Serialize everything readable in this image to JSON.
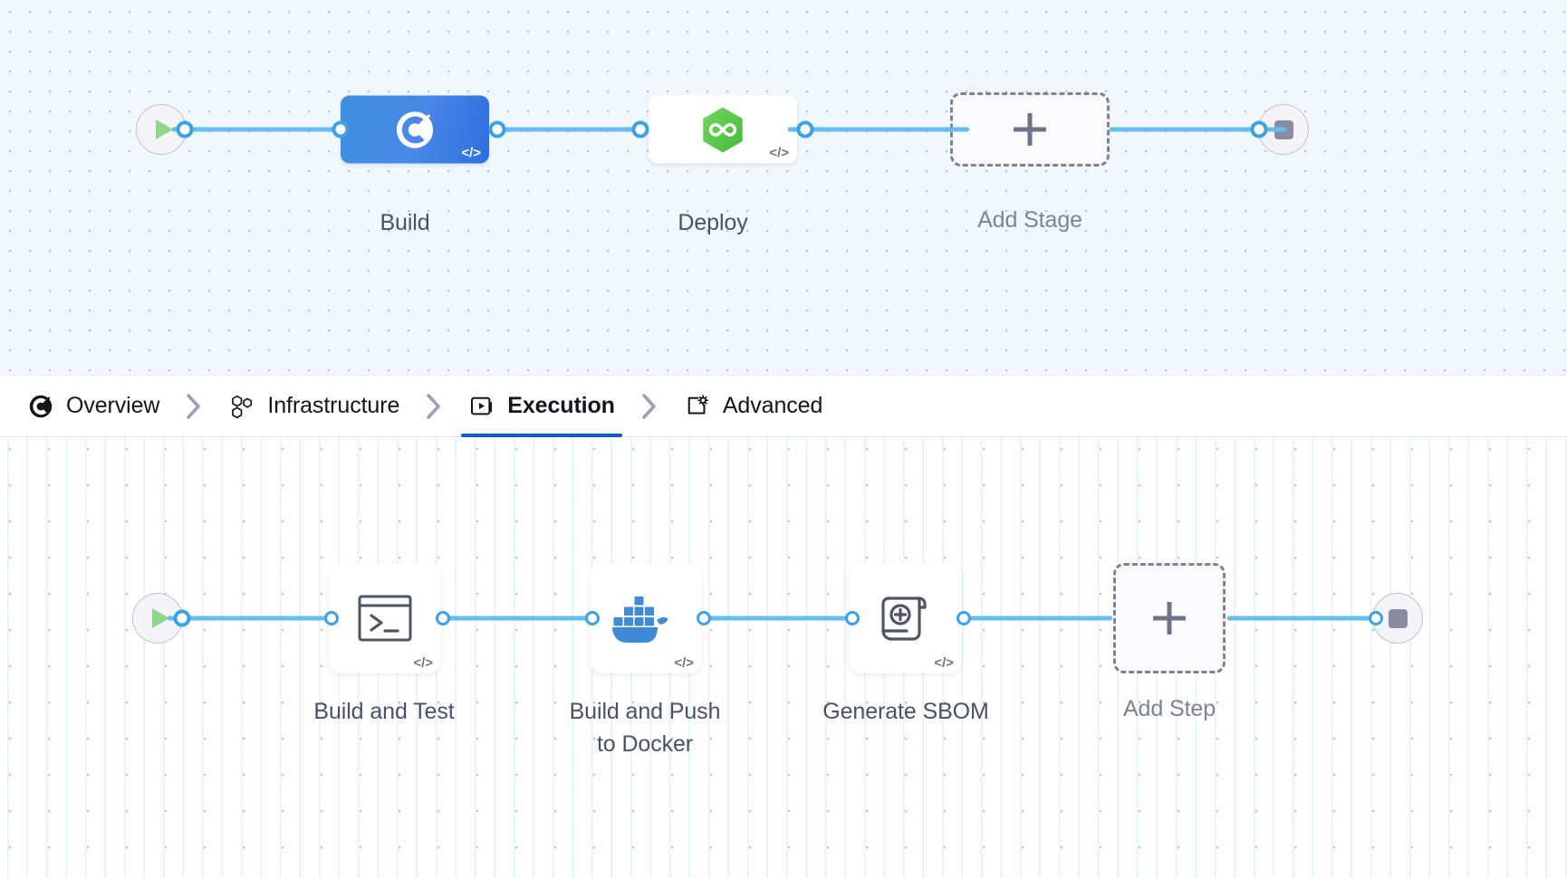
{
  "stage_graph": {
    "start_node": {
      "icon": "play-icon",
      "label": ""
    },
    "end_node": {
      "icon": "stop-icon",
      "label": ""
    },
    "nodes": [
      {
        "id": "build",
        "label": "Build",
        "icon": "ci-build-icon",
        "badge": "</>",
        "type": "stage",
        "selected": true
      },
      {
        "id": "deploy",
        "label": "Deploy",
        "icon": "cd-deploy-icon",
        "badge": "</>",
        "type": "stage",
        "selected": false
      },
      {
        "id": "add",
        "label": "Add Stage",
        "icon": "plus-icon",
        "badge": "",
        "type": "add",
        "selected": false
      }
    ]
  },
  "tabs": {
    "separator": "›",
    "items": [
      {
        "id": "overview",
        "label": "Overview",
        "icon": "overview-pie-icon",
        "active": false
      },
      {
        "id": "infrastructure",
        "label": "Infrastructure",
        "icon": "hexagons-icon",
        "active": false
      },
      {
        "id": "execution",
        "label": "Execution",
        "icon": "play-box-icon",
        "active": true
      },
      {
        "id": "advanced",
        "label": "Advanced",
        "icon": "square-gear-icon",
        "active": false
      }
    ]
  },
  "step_graph": {
    "start_node": {
      "icon": "play-icon",
      "label": ""
    },
    "end_node": {
      "icon": "stop-icon",
      "label": ""
    },
    "nodes": [
      {
        "id": "build-and-test",
        "label": "Build and Test",
        "icon": "terminal-icon",
        "badge": "</>",
        "type": "step"
      },
      {
        "id": "docker-push",
        "label": "Build and Push\nto Docker",
        "icon": "docker-icon",
        "badge": "</>",
        "type": "step"
      },
      {
        "id": "generate-sbom",
        "label": "Generate SBOM",
        "icon": "scroll-plus-icon",
        "badge": "</>",
        "type": "step"
      },
      {
        "id": "add-step",
        "label": "Add Step",
        "icon": "plus-icon",
        "badge": "",
        "type": "add"
      }
    ]
  },
  "colors": {
    "accent_blue": "#0b5cd8",
    "edge_blue": "#66bdf0",
    "port_blue": "#3ca2e8",
    "build_node": "#4988e6",
    "deploy_green": "#5fc94a",
    "docker_blue": "#3f8bd6",
    "canvas_top": "#f1f8fd",
    "canvas_bottom": "#ffffff",
    "label_text": "#4a5066"
  }
}
